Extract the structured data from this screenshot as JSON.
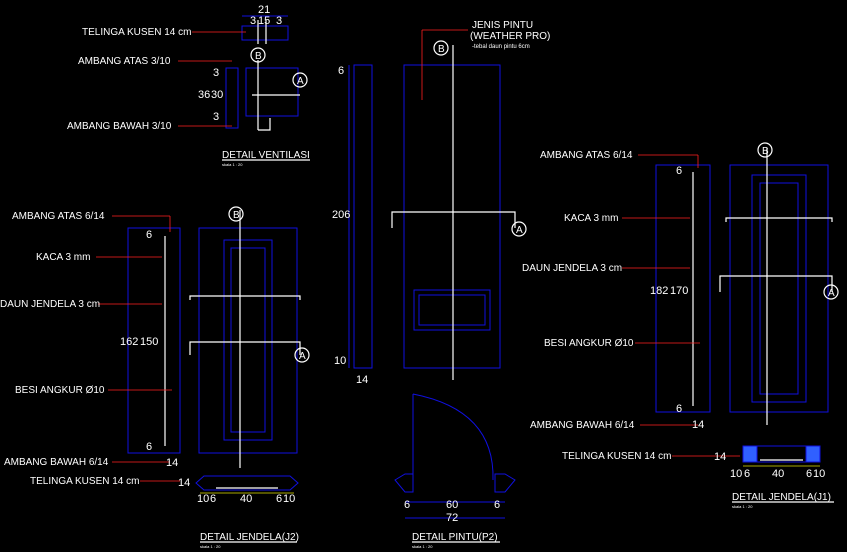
{
  "ventilasi": {
    "labels": [
      "TELINGA KUSEN 14 cm",
      "AMBANG ATAS 3/10",
      "AMBANG BAWAH 3/10"
    ],
    "dims": {
      "top1": "21",
      "top2": "3",
      "top3": "15",
      "top4": "3",
      "left_a": "3",
      "left_b": "36",
      "left_c": "30",
      "left_d": "3"
    },
    "title": "DETAIL VENTILASI",
    "scale": "skala 1 : 20",
    "markers": {
      "b": "B",
      "a": "A"
    }
  },
  "pintu": {
    "labels": {
      "jenis": "JENIS PINTU",
      "weather": "(WEATHER PRO)",
      "note": "-tebal daun pintu 6cm"
    },
    "dims": {
      "top": "6",
      "height": "206",
      "bottom": "10",
      "thick": "14",
      "w1": "6",
      "w2": "60",
      "w3": "6",
      "total": "72"
    },
    "title": "DETAIL PINTU(P2)",
    "scale": "skala 1 : 20",
    "markers": {
      "b": "B",
      "a": "A"
    }
  },
  "jendela_j2": {
    "labels": [
      "AMBANG ATAS 6/14",
      "KACA 3 mm",
      "DAUN JENDELA 3 cm",
      "BESI ANGKUR Ø10",
      "AMBANG BAWAH 6/14",
      "TELINGA KUSEN 14 cm"
    ],
    "dims": {
      "top": "6",
      "h1": "162",
      "h2": "150",
      "bottom": "6",
      "sill": "14",
      "tel": "14",
      "w1": "10",
      "w2": "6",
      "w3": "40",
      "w4": "6",
      "w5": "10"
    },
    "title": "DETAIL JENDELA(J2)",
    "scale": "skala 1 : 20",
    "markers": {
      "b": "B",
      "a": "A"
    }
  },
  "jendela_j1": {
    "labels": [
      "AMBANG ATAS 6/14",
      "KACA 3 mm",
      "DAUN JENDELA 3 cm",
      "BESI ANGKUR Ø10",
      "AMBANG BAWAH 6/14",
      "TELINGA KUSEN 14 cm"
    ],
    "dims": {
      "top": "6",
      "h1": "182",
      "h2": "170",
      "bottom": "6",
      "sill": "14",
      "tel": "14",
      "w1": "10",
      "w2": "6",
      "w3": "40",
      "w4": "6",
      "w5": "10"
    },
    "title": "DETAIL JENDELA(J1)",
    "scale": "skala 1 : 20",
    "markers": {
      "b": "B",
      "a": "A"
    }
  }
}
